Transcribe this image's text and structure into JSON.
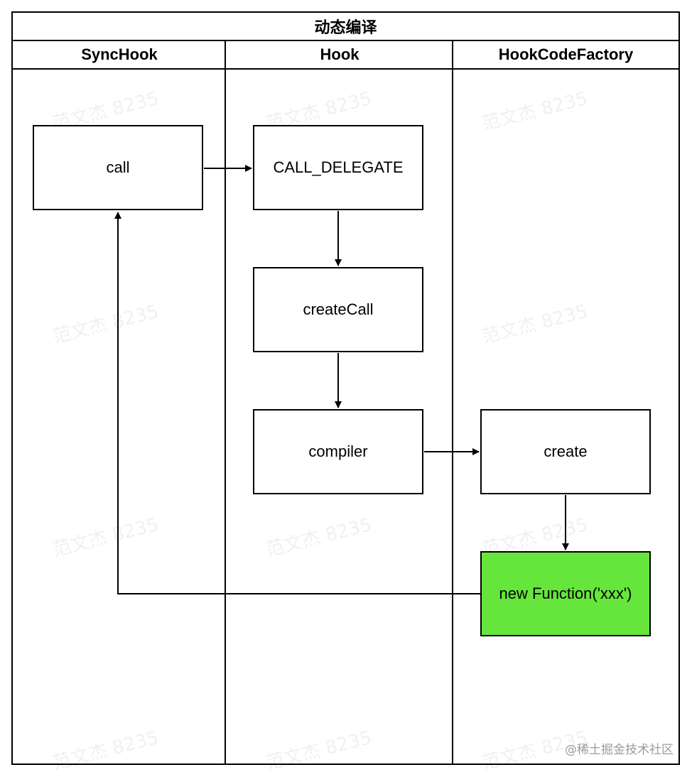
{
  "diagram": {
    "title": "动态编译",
    "lanes": [
      {
        "label": "SyncHook"
      },
      {
        "label": "Hook"
      },
      {
        "label": "HookCodeFactory"
      }
    ],
    "nodes": {
      "call": "call",
      "call_delegate": "CALL_DELEGATE",
      "create_call": "createCall",
      "compiler": "compiler",
      "create": "create",
      "new_function": "new Function('xxx')"
    },
    "highlight_color": "#66e63c"
  },
  "watermark": {
    "text": "范文杰 8235"
  },
  "credit": "@稀土掘金技术社区"
}
